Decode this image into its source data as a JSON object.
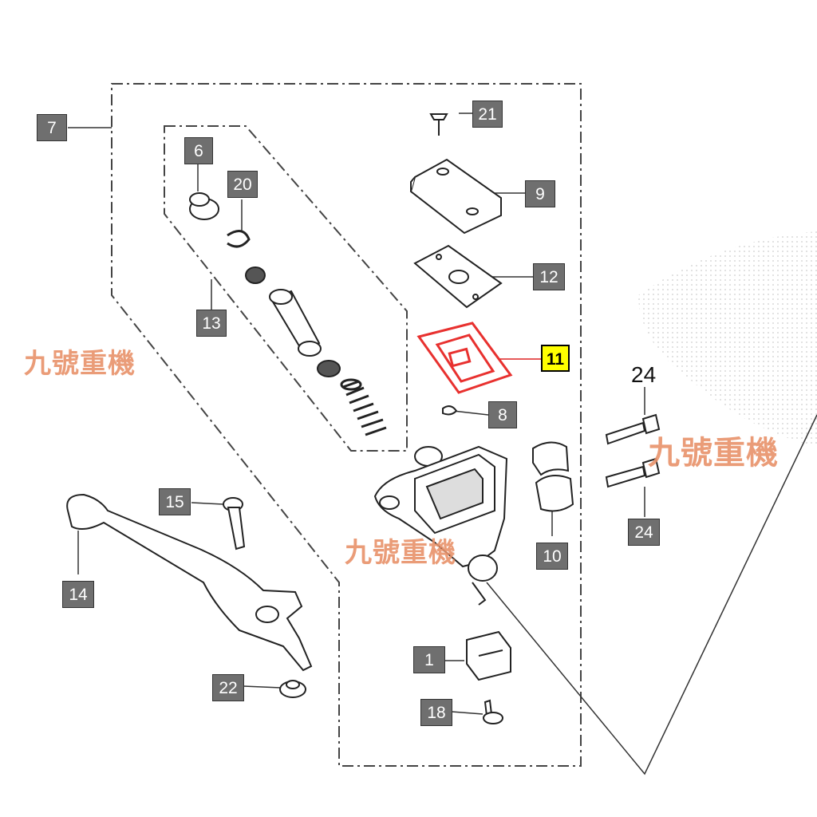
{
  "diagram": {
    "callouts": [
      "7",
      "6",
      "20",
      "13",
      "21",
      "9",
      "12",
      "11",
      "8",
      "15",
      "14",
      "22",
      "10",
      "1",
      "18",
      "24",
      "24"
    ],
    "highlighted_part": "11",
    "watermark": "九號重機",
    "colors": {
      "label_bg": "#6f6f6f",
      "highlight_bg": "#ffff00",
      "highlight_part": "#e8312f",
      "watermark": "#e8926a"
    }
  }
}
